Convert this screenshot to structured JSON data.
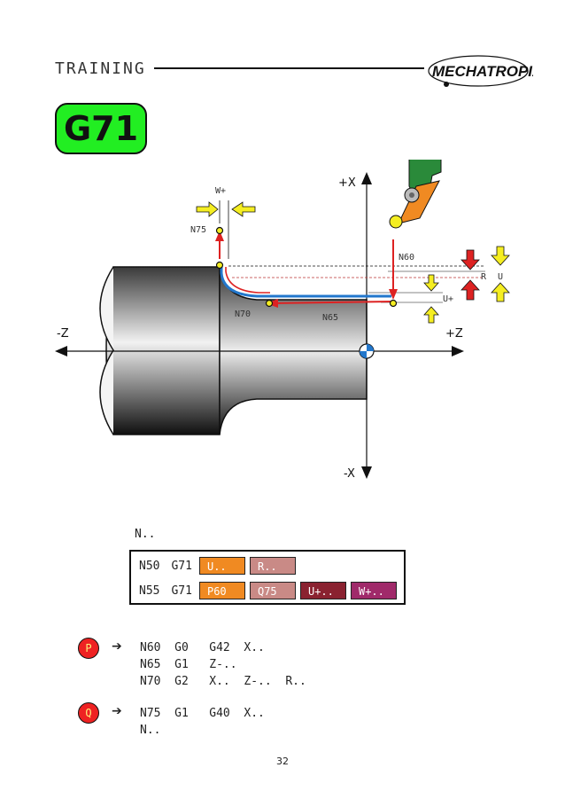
{
  "header": {
    "title": "TRAINING",
    "brand": "MECHATROPIA"
  },
  "badge": {
    "code": "G71"
  },
  "diagram": {
    "axes": {
      "plus_x": "+X",
      "minus_x": "-X",
      "minus_z": "-Z",
      "plus_z": "+Z"
    },
    "labels": {
      "w_plus": "W+",
      "n75": "N75",
      "n60": "N60",
      "n70": "N70",
      "n65": "N65",
      "u_plus": "U+",
      "r": "R",
      "u": "U"
    },
    "colors": {
      "path_red": "#dd2222",
      "path_blue": "#2277cc",
      "arrow_yellow": "#f5ee22",
      "badge_green": "#22ee22"
    }
  },
  "code": {
    "n_line": "N..",
    "row1": {
      "block": "N50",
      "gcode": "G71",
      "params": [
        "U..",
        "R.."
      ]
    },
    "row2": {
      "block": "N55",
      "gcode": "G71",
      "params": [
        "P60",
        "Q75",
        "U+..",
        "W+.."
      ]
    },
    "param_colors": [
      "#f08a22",
      "#c98a86",
      "#8a2230",
      "#a02a6a"
    ]
  },
  "program": {
    "p_marker": "P",
    "q_marker": "Q",
    "lines": [
      "N60  G0   G42  X..",
      "N65  G1   Z-..",
      "N70  G2   X..  Z-..  R..",
      "N75  G1   G40  X..",
      "N.."
    ]
  },
  "page_number": "32"
}
